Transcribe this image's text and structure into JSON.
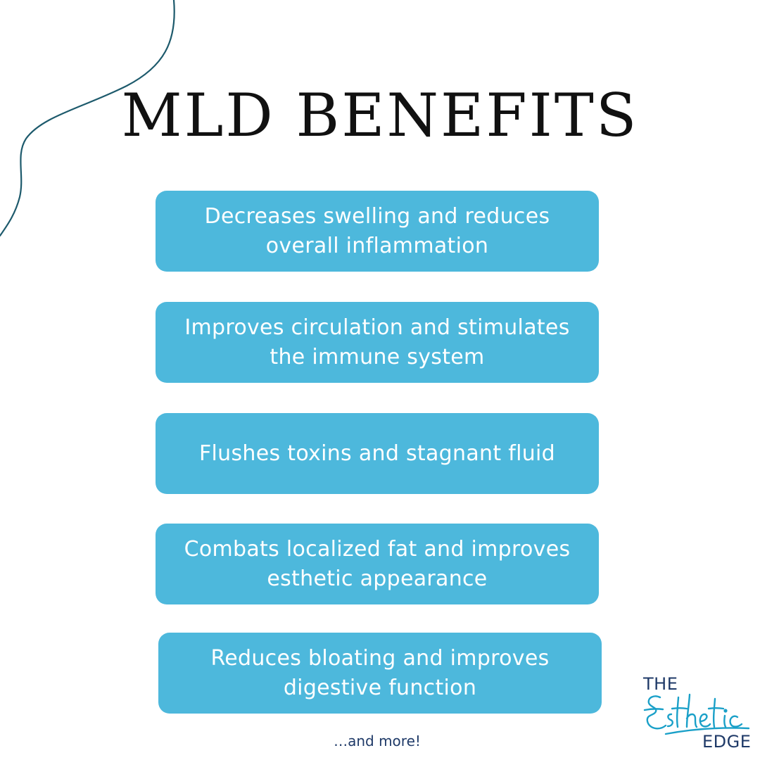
{
  "title": "MLD BENEFITS",
  "benefits": [
    {
      "text": "Decreases swelling and reduces overall inflammation"
    },
    {
      "text": "Improves circulation and stimulates the immune system"
    },
    {
      "text": "Flushes toxins and stagnant fluid"
    },
    {
      "text": "Combats localized fat and improves esthetic appearance"
    },
    {
      "text": "Reduces bloating and improves digestive function"
    }
  ],
  "footer_note": "…and more!",
  "logo": {
    "top_word": "THE",
    "script_word": "Esthetic",
    "bottom_word": "EDGE"
  },
  "colors": {
    "background": "#ffffff",
    "benefit_box": "#4db8dc",
    "benefit_text": "#ffffff",
    "title": "#111111",
    "accent_navy": "#1f3a68",
    "logo_script_teal": "#1aa0c8",
    "curve": "#1d5a6c"
  }
}
